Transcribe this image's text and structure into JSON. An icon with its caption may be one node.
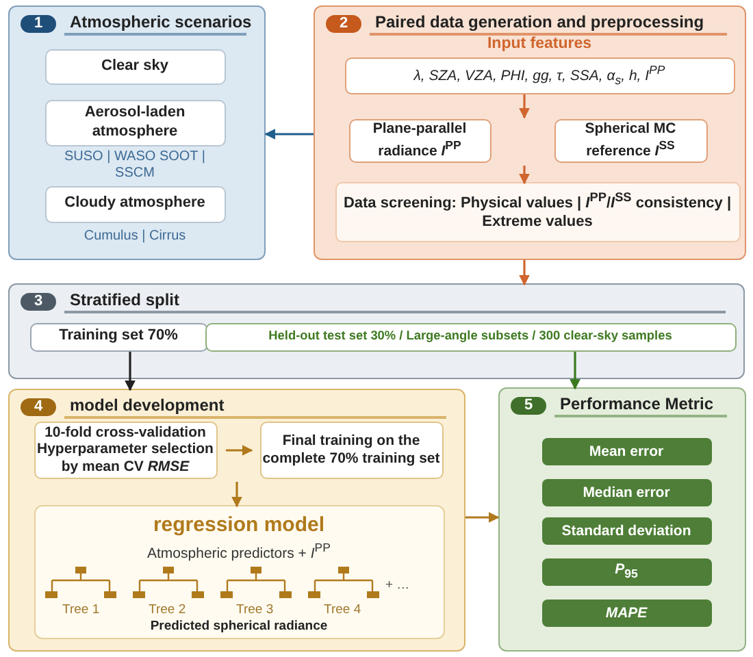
{
  "diagram": {
    "nodes": [
      {
        "text": [
          "1",
          "Atmospheric scenarios"
        ]
      },
      {
        "text": [
          "Clear sky"
        ],
        "in": 0
      },
      {
        "text": [
          "Aerosol-laden atmosphere"
        ],
        "in": 0,
        "beside": [
          "SUSO | WASO SOOT | SSCM"
        ]
      },
      {
        "text": [
          "Cloudy atmosphere"
        ],
        "in": 0,
        "beside": [
          "Cumulus | Cirrus"
        ]
      },
      {
        "text": [
          "2",
          "Paired data generation and preprocessing"
        ]
      },
      {
        "text": [
          "Input features",
          "λ, SZA, VZA, PHI, gg, τ, SSA, α$_{s}$, h, I$^{PP}$"
        ],
        "in": 4
      },
      {
        "text": [
          "Plane-parallel radiance *I*$^{PP}$"
        ],
        "in": 4
      },
      {
        "text": [
          "Spherical MC reference *I*$^{SS}$"
        ],
        "in": 4
      },
      {
        "text": [
          "Data screening: Physical values | *I*$^{PP}$/*I*$^{SS}$ consistency | Extreme values"
        ],
        "in": 4
      },
      {
        "text": [
          "3",
          "Stratified split"
        ]
      },
      {
        "text": [
          "Training set 70%"
        ],
        "in": 9
      },
      {
        "text": [
          "Held-out test set 30% / Large-angle subsets / 300 clear-sky samples"
        ],
        "in": 9
      },
      {
        "text": [
          "4",
          "model development"
        ]
      },
      {
        "text": [
          "10-fold cross-validation Hyperparameter selection by mean CV *RMSE*"
        ],
        "in": 12
      },
      {
        "text": [
          "Final training on the complete 70% training set"
        ],
        "in": 12
      },
      {
        "text": [
          "regression model",
          "Atmospheric predictors + *I*$^{PP}$",
          "Predicted spherical radiance"
        ],
        "in": 12
      },
      {
        "text": [
          "5",
          "Performance Metric"
        ]
      },
      {
        "text": [
          "Mean error"
        ],
        "in": 16
      },
      {
        "text": [
          "Median error"
        ],
        "in": 16
      },
      {
        "text": [
          "Standard deviation"
        ],
        "in": 16
      },
      {
        "text": [
          "*P*$_{95}$"
        ],
        "in": 16
      },
      {
        "text": [
          "MAPE"
        ],
        "in": 16
      }
    ],
    "edges": [
      {
        "from": 4,
        "to": 0,
        "arrow": "to",
        "color": "#1f5f8b"
      },
      {
        "from": 5,
        "to": null,
        "arrow": "to"
      },
      {
        "from": null,
        "to": 8,
        "arrow": "to"
      },
      {
        "from": 4,
        "to": 9,
        "arrow": "to"
      },
      {
        "from": 10,
        "to": 12,
        "arrow": "to",
        "color": "#222222"
      },
      {
        "from": 11,
        "to": 16,
        "arrow": "to",
        "color": "#3a7a1e"
      },
      {
        "from": 13,
        "to": 14,
        "arrow": "to",
        "color": "#b07a1c"
      },
      {
        "from": null,
        "to": 15,
        "arrow": "to",
        "color": "#b07a1c"
      },
      {
        "from": 12,
        "to": 16,
        "arrow": "to",
        "color": "#b07a1c"
      }
    ],
    "labels": [
      "Tree 1",
      "Tree 2",
      "Tree 3",
      "Tree 4",
      "+ …"
    ]
  }
}
